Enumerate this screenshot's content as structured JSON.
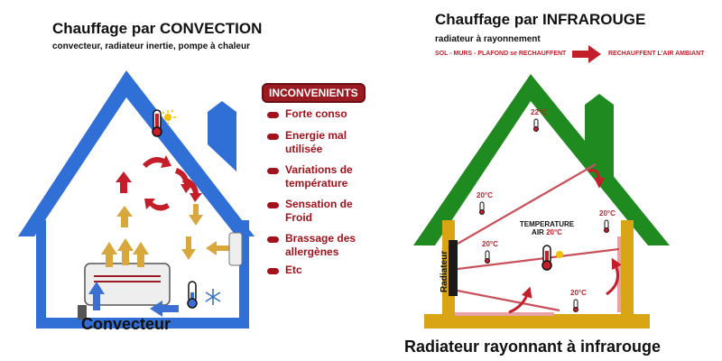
{
  "left": {
    "title": "Chauffage par CONVECTION",
    "subtitle": "convecteur, radiateur inertie, pompe à chaleur",
    "inconvenients_header": "INCONVENIENTS",
    "inconvenients": [
      "Forte conso",
      "Energie mal",
      "utilisée",
      "Variations de",
      "température",
      "Sensation de",
      "Froid",
      "Brassage des",
      "allergènes",
      "Etc"
    ],
    "device_label": "Convecteur"
  },
  "right": {
    "title": "Chauffage par INFRAROUGE",
    "subtitle": "radiateur à rayonnement",
    "flow_left": "SOL - MURS - PLAFOND se RECHAUFFENT",
    "flow_right": "RECHAUFFENT L'AIR AMBIANT",
    "temps": [
      "22°C",
      "20°C",
      "20°C",
      "20°C",
      "20°C"
    ],
    "air_label_1": "TEMPERATURE",
    "air_label_2": "AIR",
    "air_temp": "20°C",
    "radiator_label": "Radiateur",
    "caption": "Radiateur rayonnant à infrarouge"
  },
  "colors": {
    "blue_house": "#2f6fd6",
    "green_roof": "#1f8a1f",
    "yellow_walls": "#d9a514",
    "red": "#c41e2b",
    "dark_red": "#9b1b22",
    "arrow_yellow": "#d9a83c",
    "arrow_blue": "#3b6fd1"
  },
  "icons": [
    "thermometer-icon",
    "sun-icon",
    "snowflake-icon",
    "red-arrow-icon"
  ]
}
